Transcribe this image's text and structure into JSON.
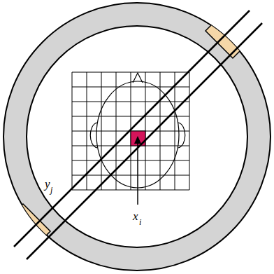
{
  "diagram": {
    "labels": [
      "y",
      "j",
      "x",
      "i"
    ]
  }
}
